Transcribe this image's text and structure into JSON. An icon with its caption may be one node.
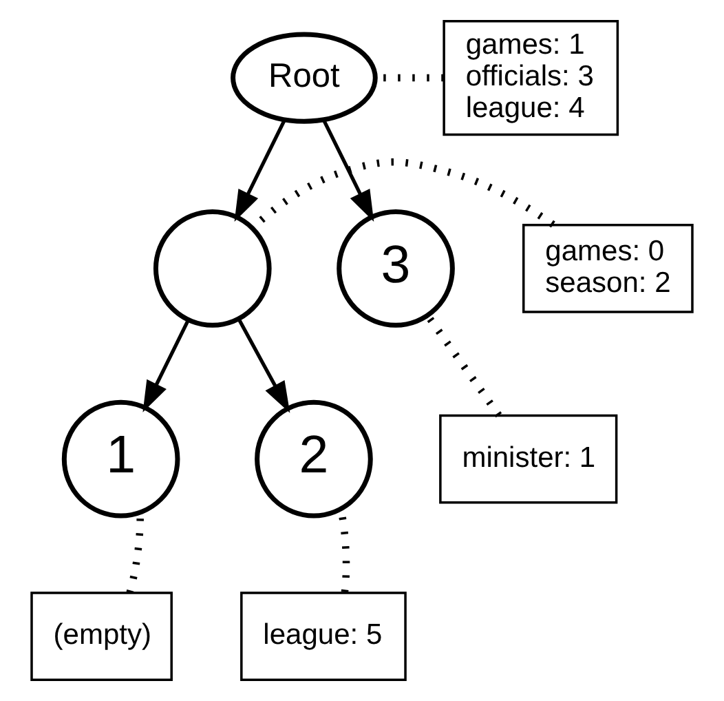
{
  "diagram": {
    "nodes": [
      {
        "text": [
          "Root"
        ]
      },
      {
        "text": [
          "games: 1 officials: 3 league: 4"
        ]
      },
      {
        "text": [],
        "shape": "circle"
      },
      {
        "text": [
          "3"
        ]
      },
      {
        "text": [
          "games: 0 season: 2"
        ]
      },
      {
        "text": [
          "minister: 1"
        ]
      },
      {
        "text": [
          "1"
        ]
      },
      {
        "text": [
          "2"
        ]
      },
      {
        "text": [
          "(empty)"
        ]
      },
      {
        "text": [
          "league: 5"
        ]
      }
    ],
    "edges": [
      {
        "from": 0,
        "to": 2,
        "arrow": "to"
      },
      {
        "from": 0,
        "to": 3,
        "arrow": "to"
      },
      {
        "from": 2,
        "to": 6,
        "arrow": "to"
      },
      {
        "from": 2,
        "to": 7,
        "arrow": "to"
      },
      {
        "from": 1,
        "to": 0,
        "arrow": "none",
        "style": "dashed"
      },
      {
        "from": 4,
        "to": 2,
        "arrow": "none",
        "style": "dashed"
      },
      {
        "from": 5,
        "to": 3,
        "arrow": "none",
        "style": "dashed"
      },
      {
        "from": 8,
        "to": 6,
        "arrow": "none",
        "style": "dashed"
      },
      {
        "from": 9,
        "to": 7,
        "arrow": "none",
        "style": "dashed"
      }
    ]
  }
}
